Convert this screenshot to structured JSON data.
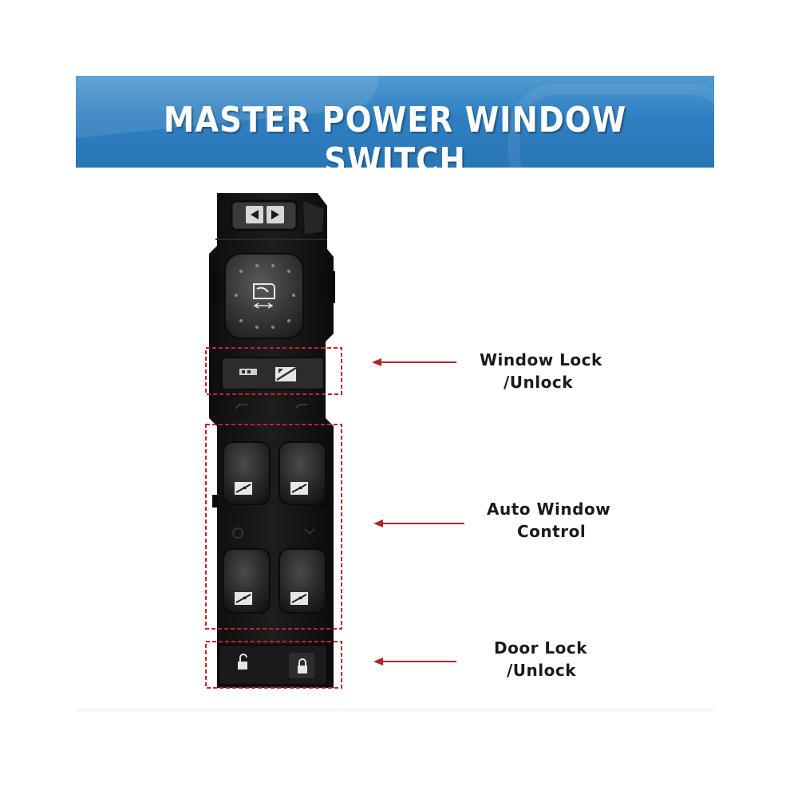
{
  "banner": {
    "title": "MASTER POWER WINDOW SWITCH"
  },
  "callouts": [
    {
      "line1": "Window Lock",
      "line2": "/Unlock"
    },
    {
      "line1": "Auto Window",
      "line2": "Control"
    },
    {
      "line1": "Door Lock",
      "line2": "/Unlock"
    }
  ],
  "colors": {
    "banner_blue": "#2f7fc0",
    "callout_red": "#c0242a",
    "switch_body": "#141414"
  },
  "icons": [
    "mirror-selector-icon",
    "mirror-adjust-icon",
    "window-lock-icon",
    "window-up-down-icon",
    "unlock-icon",
    "lock-icon"
  ]
}
